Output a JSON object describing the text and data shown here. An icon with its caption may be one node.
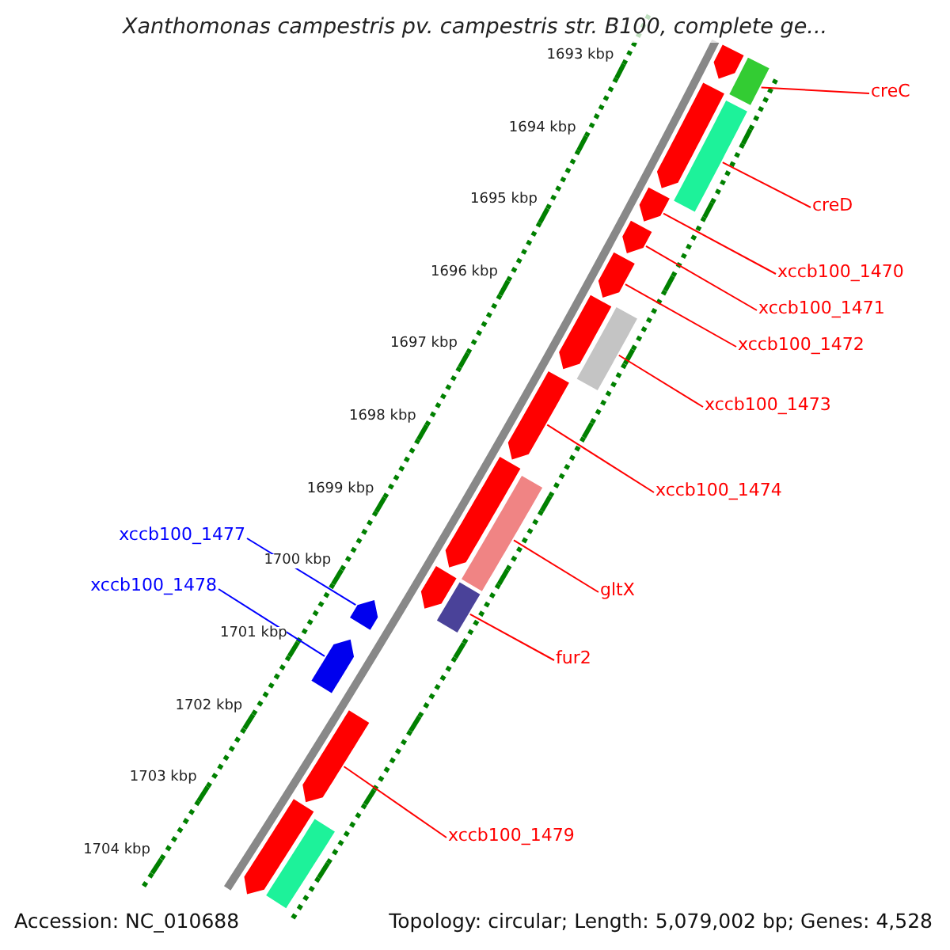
{
  "diagram": {
    "title": "Xanthomonas campestris pv. campestris str. B100, complete ge...",
    "nodes": [
      {
        "text": [
          "creC"
        ]
      },
      {
        "text": [],
        "shape": "bar"
      },
      {
        "text": [
          "creD"
        ]
      },
      {
        "text": [],
        "shape": "bar"
      },
      {
        "text": [
          "xccb100_1470"
        ]
      },
      {
        "text": [],
        "shape": "arrow"
      },
      {
        "text": [
          "xccb100_1471"
        ]
      },
      {
        "text": [],
        "shape": "arrow"
      },
      {
        "text": [
          "xccb100_1472"
        ]
      },
      {
        "text": [],
        "shape": "arrow"
      },
      {
        "text": [
          "xccb100_1473"
        ]
      },
      {
        "text": [],
        "shape": "bar"
      },
      {
        "text": [
          "xccb100_1474"
        ]
      },
      {
        "text": [],
        "shape": "arrow"
      },
      {
        "text": [
          "xccb100_1477"
        ]
      },
      {
        "text": [],
        "shape": "arrow"
      },
      {
        "text": [
          "xccb100_1478"
        ]
      },
      {
        "text": [],
        "shape": "arrow"
      },
      {
        "text": [
          "gltX"
        ]
      },
      {
        "text": [],
        "shape": "bar"
      },
      {
        "text": [
          "fur2"
        ]
      },
      {
        "text": [],
        "shape": "bar"
      },
      {
        "text": [
          "xccb100_1479"
        ]
      },
      {
        "text": [],
        "shape": "arrow"
      },
      {
        "text": [],
        "shape": "arrow"
      },
      {
        "text": [],
        "shape": "arrow"
      },
      {
        "text": [],
        "shape": "arrow"
      },
      {
        "text": [],
        "shape": "arrow"
      },
      {
        "text": [],
        "shape": "arrow"
      },
      {
        "text": [],
        "shape": "arrow"
      },
      {
        "text": [],
        "shape": "bar"
      }
    ],
    "edges": [
      {
        "from": 0,
        "to": 1,
        "arrow": "none"
      },
      {
        "from": 2,
        "to": 3,
        "arrow": "none"
      },
      {
        "from": 4,
        "to": 5,
        "arrow": "none"
      },
      {
        "from": 6,
        "to": 7,
        "arrow": "none"
      },
      {
        "from": 8,
        "to": 9,
        "arrow": "none"
      },
      {
        "from": 10,
        "to": 11,
        "arrow": "none"
      },
      {
        "from": 12,
        "to": 13,
        "arrow": "none"
      },
      {
        "from": 14,
        "to": 15,
        "arrow": "none",
        "color": "#0000ff"
      },
      {
        "from": 16,
        "to": 17,
        "arrow": "none",
        "color": "#0000ff"
      },
      {
        "from": 18,
        "to": 19,
        "arrow": "none"
      },
      {
        "from": 20,
        "to": 21,
        "arrow": "none"
      },
      {
        "from": 22,
        "to": 23,
        "arrow": "none"
      }
    ],
    "labels": [
      "1693 kbp",
      "1694 kbp",
      "1695 kbp",
      "1696 kbp",
      "1697 kbp",
      "1698 kbp",
      "1699 kbp",
      "1700 kbp",
      "1701 kbp",
      "1702 kbp",
      "1703 kbp",
      "1704 kbp",
      "Accession: NC_010688",
      "Topology: circular; Length: 5,079,002 bp; Genes: 4,528"
    ]
  }
}
